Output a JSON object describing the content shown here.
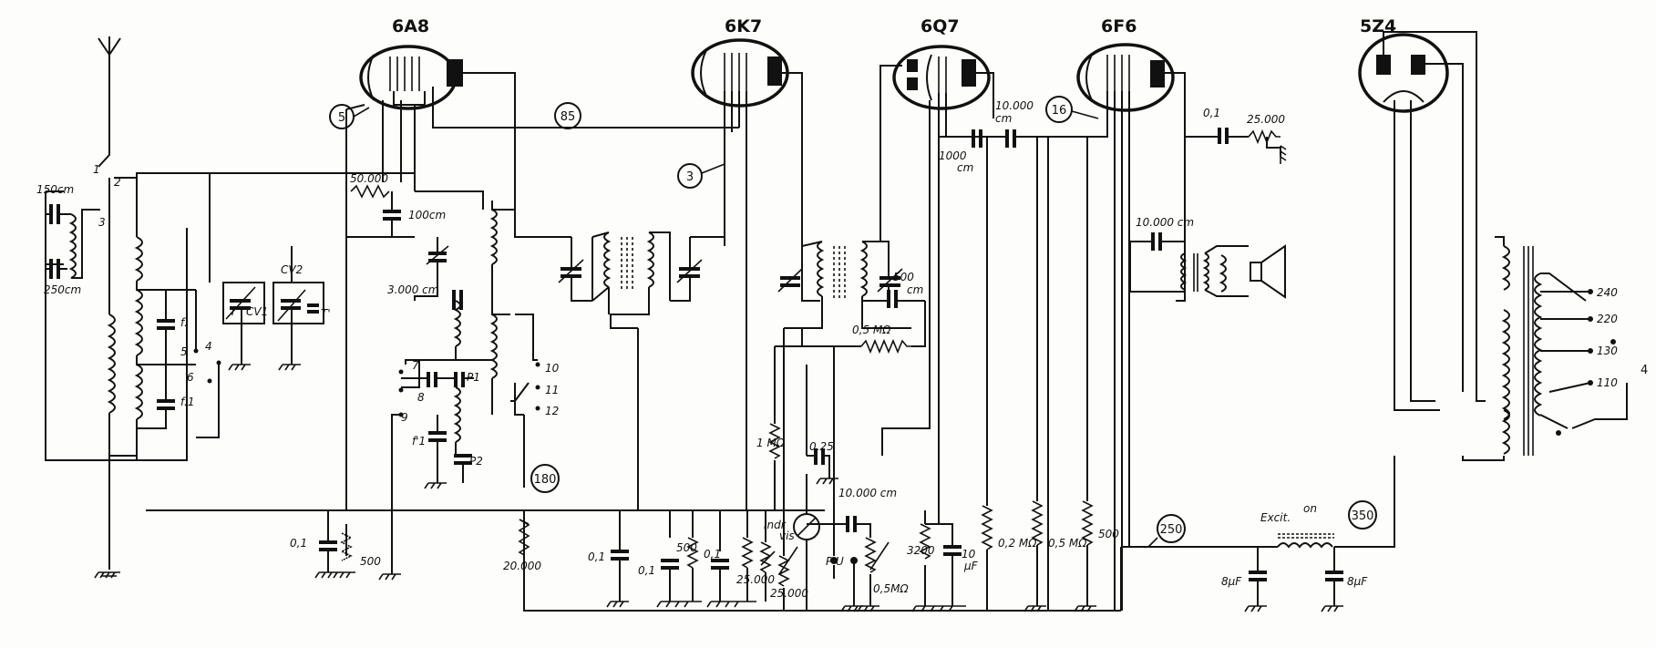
{
  "tubes": [
    "6A8",
    "6K7",
    "6Q7",
    "6F6",
    "5Z4"
  ],
  "circled_labels": [
    "5",
    "85",
    "3",
    "16",
    "180",
    "250",
    "350"
  ],
  "component_labels": {
    "c_150": "150cm",
    "c_250": "250cm",
    "r_50000": "50.000",
    "c_100": "100cm",
    "c_3000": "3.000 cm",
    "cv2": "CV2",
    "cv1": "CV1",
    "t": "T",
    "t1": "T'",
    "f": "f.",
    "f1": "f.1",
    "f1b": "f'1",
    "p1": "P1",
    "p2": "P2",
    "c_10000_a": "10.000",
    "c_10000_a_unit": "cm",
    "c_1000": "1000",
    "c_1000_unit": "cm",
    "c_01_top": "0,1",
    "r_25000_top": "25.000",
    "c_10000_b": "10.000 cm",
    "c_500": "500",
    "c_500_unit": "cm",
    "r_05m": "0,5 MΩ",
    "r_1m": "1 MΩ",
    "c_025": "0,25",
    "c_10000_c": "10.000 cm",
    "c_01_a": "0,1",
    "r_500_a": "500",
    "r_20000": "20.000",
    "c_01_b": "0,1",
    "c_01_c": "0,1",
    "r_500_b": "500",
    "c_01_d": "0,1",
    "r_25000_b": "25.000",
    "r_25000_c": "25.000",
    "ind": "Indr",
    "ind2": "vis",
    "pu": "P U",
    "r_05m_b": "0,5MΩ",
    "r_3200": "3200",
    "c_10uf": "10",
    "c_10uf_unit": "μF",
    "r_02m": "0,2 MΩ",
    "r_05m_c": "0,5 MΩ",
    "r_500_c": "500",
    "excit": "Excit.",
    "excit_sup": "on",
    "c_8uf_a": "8μF",
    "c_8uf_b": "8μF"
  },
  "switch_numbers": [
    "1",
    "2",
    "3",
    "4",
    "5",
    "6",
    "7",
    "8",
    "9",
    "10",
    "11",
    "12"
  ],
  "voltage_taps": [
    "240",
    "220",
    "130",
    "110"
  ],
  "misc_mark": "4"
}
